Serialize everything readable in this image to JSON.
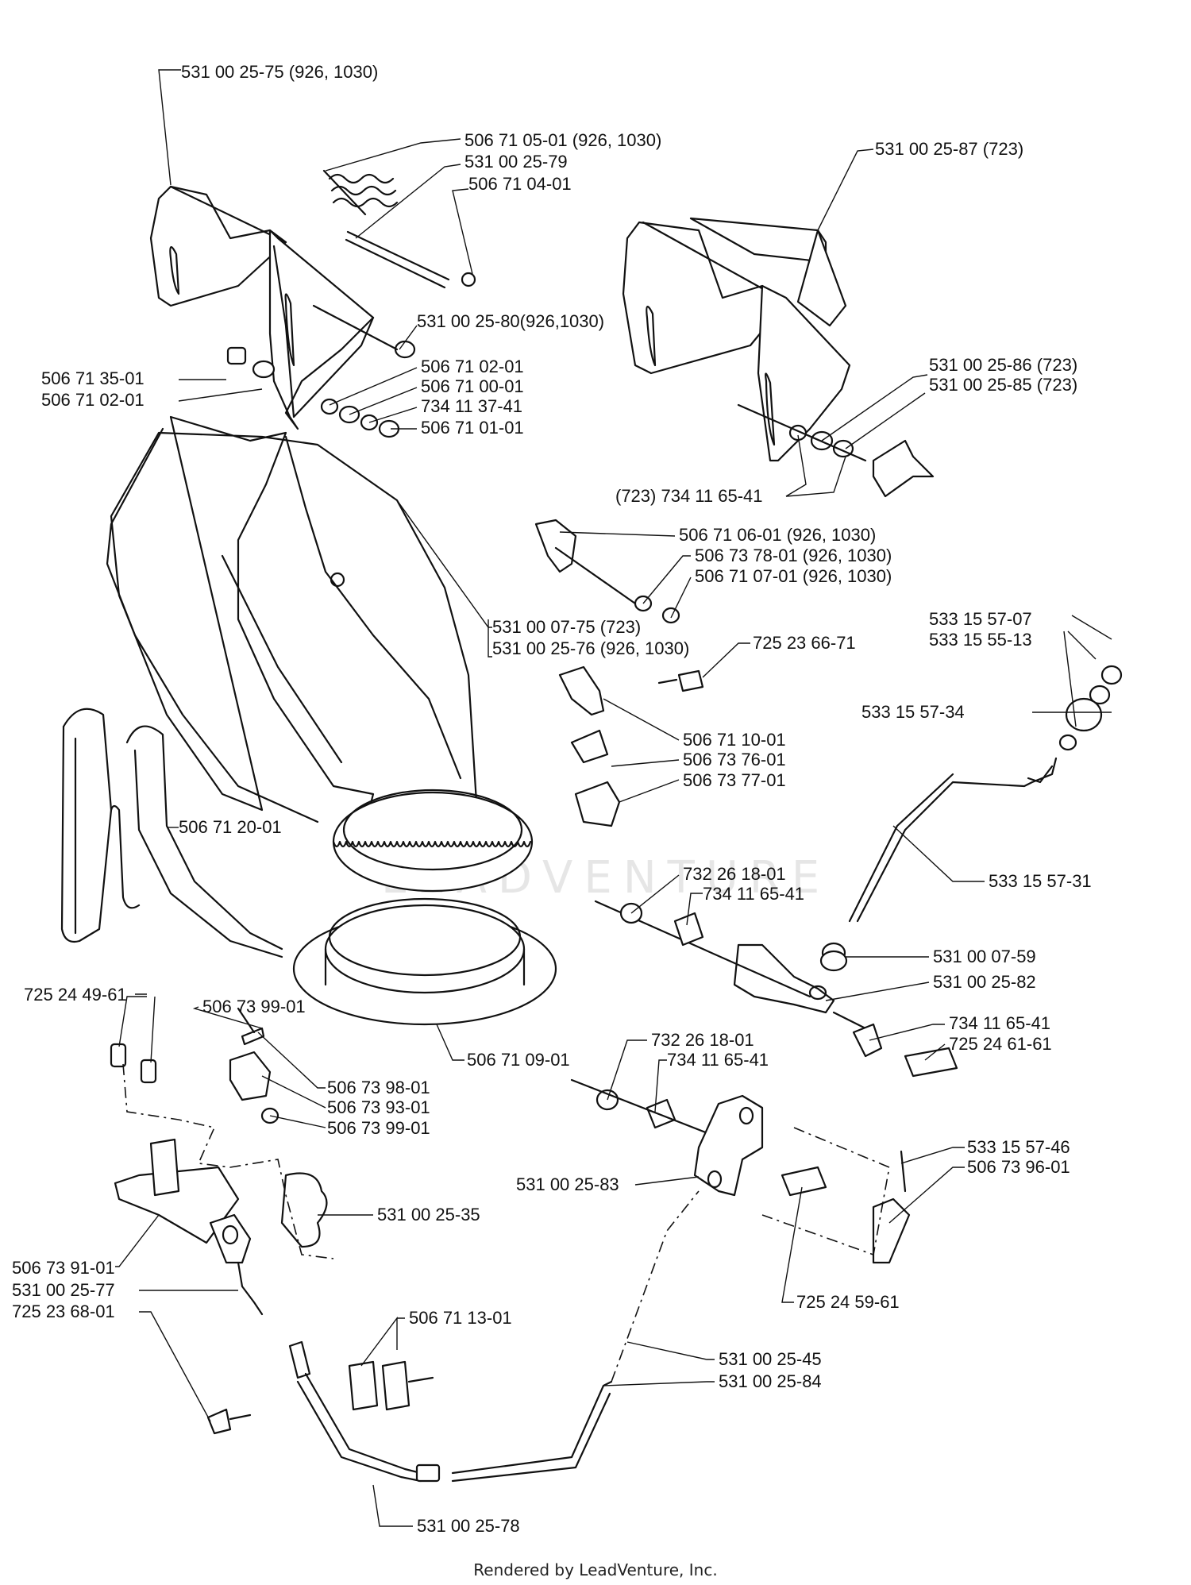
{
  "labels": {
    "l01": "531 00 25-75 (926, 1030)",
    "l02": "506 71 05-01 (926, 1030)",
    "l03": "531 00 25-79",
    "l04": "506 71 04-01",
    "l05": "531 00 25-87 (723)",
    "l06": "531 00 25-80(926,1030)",
    "l07": "506 71 35-01",
    "l08": "506 71 02-01",
    "l09": "506 71 02-01",
    "l10": "506 71 00-01",
    "l11": "734 11 37-41",
    "l12": "506 71 01-01",
    "l13": "531 00 25-86 (723)",
    "l14": "531 00 25-85 (723)",
    "l15": "(723) 734 11 65-41",
    "l16": "506 71 06-01 (926, 1030)",
    "l17": "506 73 78-01 (926, 1030)",
    "l18": "506 71 07-01 (926, 1030)",
    "l19": "531 00 07-75 (723)",
    "l20": "531 00 25-76 (926, 1030)",
    "l21": "725 23 66-71",
    "l22": "533 15 57-07",
    "l23": "533 15 55-13",
    "l24": "533 15 57-34",
    "l25": "506 71 10-01",
    "l26": "506 73 76-01",
    "l27": "506 73 77-01",
    "l28": "506 71 20-01",
    "l29": "533 15 57-31",
    "l30": "732 26 18-01",
    "l31": "734 11 65-41",
    "l32": "531 00 07-59",
    "l33": "531 00 25-82",
    "l34": "725 24 49-61",
    "l35": "506 73 99-01",
    "l36": "506 71 09-01",
    "l37": "734 11 65-41",
    "l38": "732 26 18-01",
    "l39": "725 24 61-61",
    "l40": "734 11 65-41",
    "l41": "506 73 98-01",
    "l42": "506 73 93-01",
    "l43": "506 73 99-01",
    "l44": "533 15 57-46",
    "l45": "506 73 96-01",
    "l46": "531 00 25-83",
    "l47": "531 00 25-35",
    "l48": "506 73 91-01",
    "l49": "531 00 25-77",
    "l50": "725 24 59-61",
    "l51": "725 23 68-01",
    "l52": "506 71 13-01",
    "l53": "531 00 25-45",
    "l54": "531 00 25-84",
    "l55": "531 00 25-78"
  },
  "watermark": "LEADVENTURE",
  "footer": "Rendered by LeadVenture, Inc."
}
